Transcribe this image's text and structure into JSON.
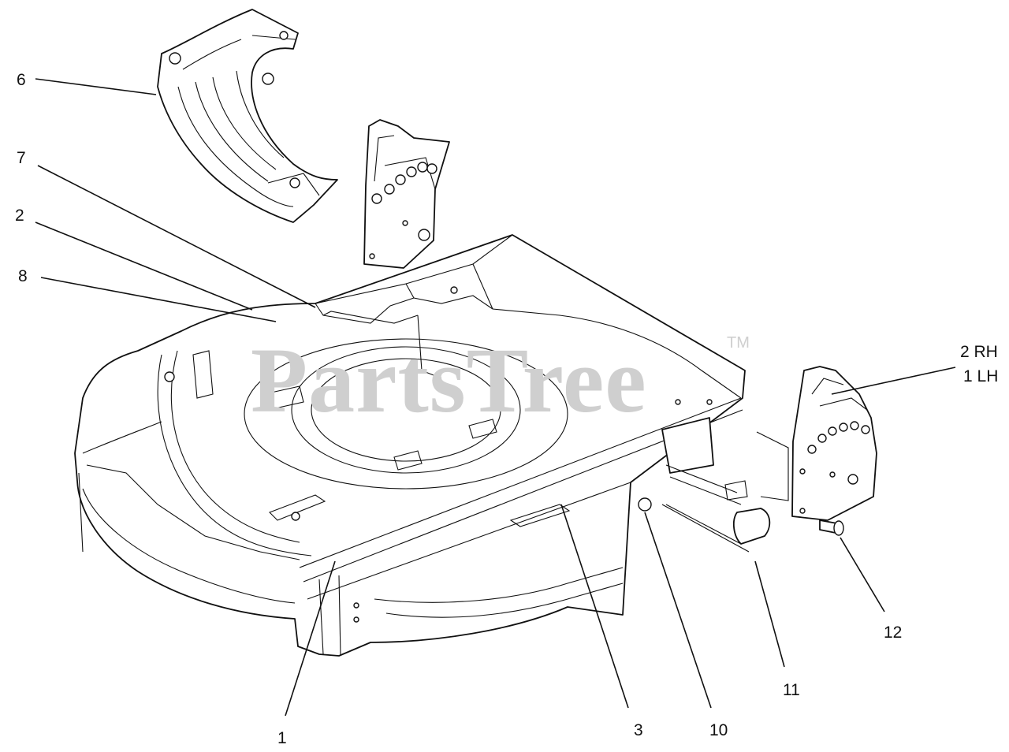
{
  "watermark": {
    "text": "PartsTree",
    "trademark": "TM",
    "color": "#cfcfcf"
  },
  "callouts": [
    {
      "id": "6",
      "text": "6"
    },
    {
      "id": "7",
      "text": "7"
    },
    {
      "id": "2",
      "text": "2"
    },
    {
      "id": "8",
      "text": "8"
    },
    {
      "id": "2rh",
      "text": "2 RH"
    },
    {
      "id": "1lh",
      "text": "1 LH"
    },
    {
      "id": "1",
      "text": "1"
    },
    {
      "id": "3",
      "text": "3"
    },
    {
      "id": "10",
      "text": "10"
    },
    {
      "id": "11",
      "text": "11"
    },
    {
      "id": "12",
      "text": "12"
    }
  ],
  "colors": {
    "line": "#111111",
    "background": "#ffffff"
  }
}
